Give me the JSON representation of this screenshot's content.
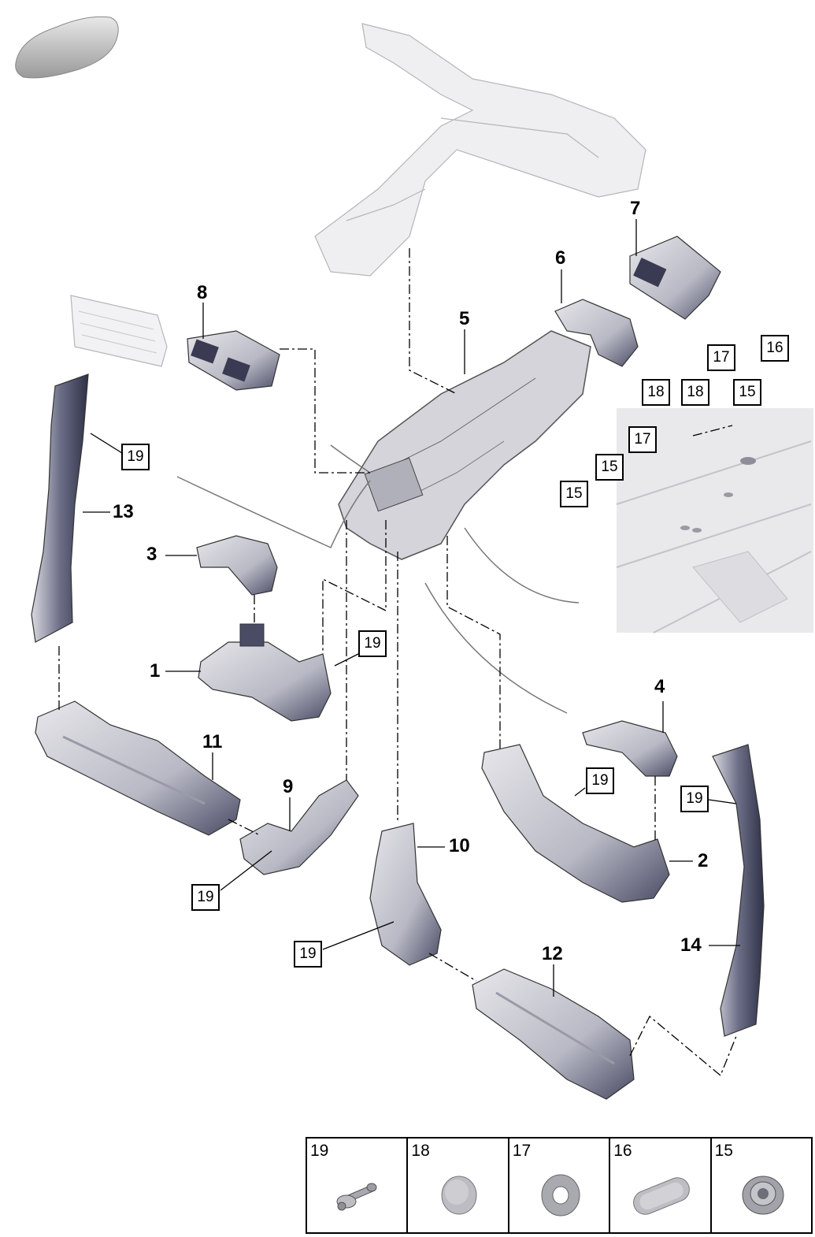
{
  "callouts": {
    "c1": "1",
    "c2": "2",
    "c3": "3",
    "c4": "4",
    "c5": "5",
    "c6": "6",
    "c7": "7",
    "c8": "8",
    "c9": "9",
    "c10": "10",
    "c11": "11",
    "c12": "12",
    "c13": "13",
    "c14": "14"
  },
  "boxed_labels": {
    "b19_left": "19",
    "b19_mid": "19",
    "b19_right": "19",
    "b19_far_right": "19",
    "b19_bottom_left": "19",
    "b19_bottom_mid": "19",
    "b16": "16",
    "b17_top": "17",
    "b17_mid": "17",
    "b18_a": "18",
    "b18_b": "18",
    "b15_top": "15",
    "b15_mid": "15",
    "b15_low": "15"
  },
  "legend": {
    "items": [
      {
        "number": "19",
        "icon": "bolt-clip-icon"
      },
      {
        "number": "18",
        "icon": "plug-cap-icon"
      },
      {
        "number": "17",
        "icon": "grommet-ring-icon"
      },
      {
        "number": "16",
        "icon": "oval-plug-icon"
      },
      {
        "number": "15",
        "icon": "push-clip-icon"
      }
    ]
  },
  "colors": {
    "part_fill": "#c9c9d2",
    "part_dark": "#3d3f58",
    "ghost_fill": "#ececee"
  }
}
